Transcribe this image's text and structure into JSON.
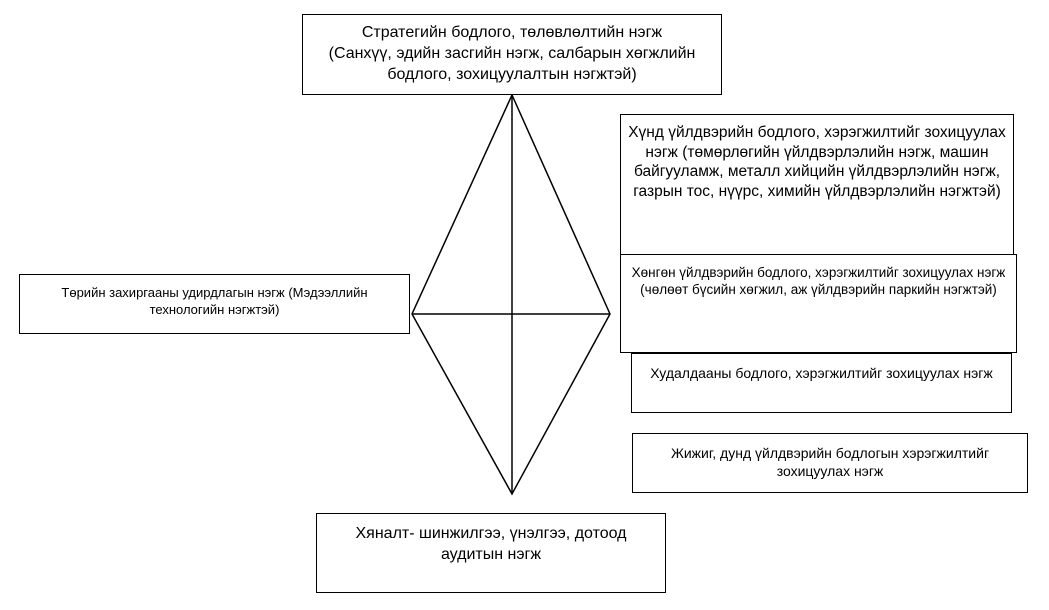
{
  "colors": {
    "stroke": "#000000",
    "background": "#ffffff"
  },
  "units": {
    "strategy": {
      "text": "Стратегийн бодлого, төлөвлөлтийн  нэгж\n(Санхүү, эдийн засгийн нэгж, салбарын хөгжлийн бодлого, зохицуулалтын нэгжтэй)"
    },
    "public_admin": {
      "text": "Төрийн захиргааны удирдлагын нэгж (Мэдээллийн технологийн нэгжтэй)"
    },
    "heavy_industry": {
      "text": "Хүнд үйлдвэрийн бодлого, хэрэгжилтийг зохицуулах нэгж (төмөрлөгийн үйлдвэрлэлийн нэгж, машин байгууламж, металл хийцийн үйлдвэрлэлийн нэгж, газрын тос, нүүрс, химийн үйлдвэрлэлийн нэгжтэй)"
    },
    "light_industry": {
      "text": "Хөнгөн үйлдвэрийн бодлого, хэрэгжилтийг зохицуулах нэгж  (чөлөөт бүсийн хөгжил, аж үйлдвэрийн паркийн нэгжтэй)"
    },
    "trade": {
      "text": "Худалдааны бодлого, хэрэгжилтийг зохицуулах нэгж"
    },
    "sme": {
      "text": "Жижиг, дунд үйлдвэрийн бодлогын  хэрэгжилтийг зохицуулах нэгж"
    },
    "monitoring": {
      "text": "Хяналт- шинжилгээ, үнэлгээ, дотоод аудитын нэгж"
    }
  }
}
